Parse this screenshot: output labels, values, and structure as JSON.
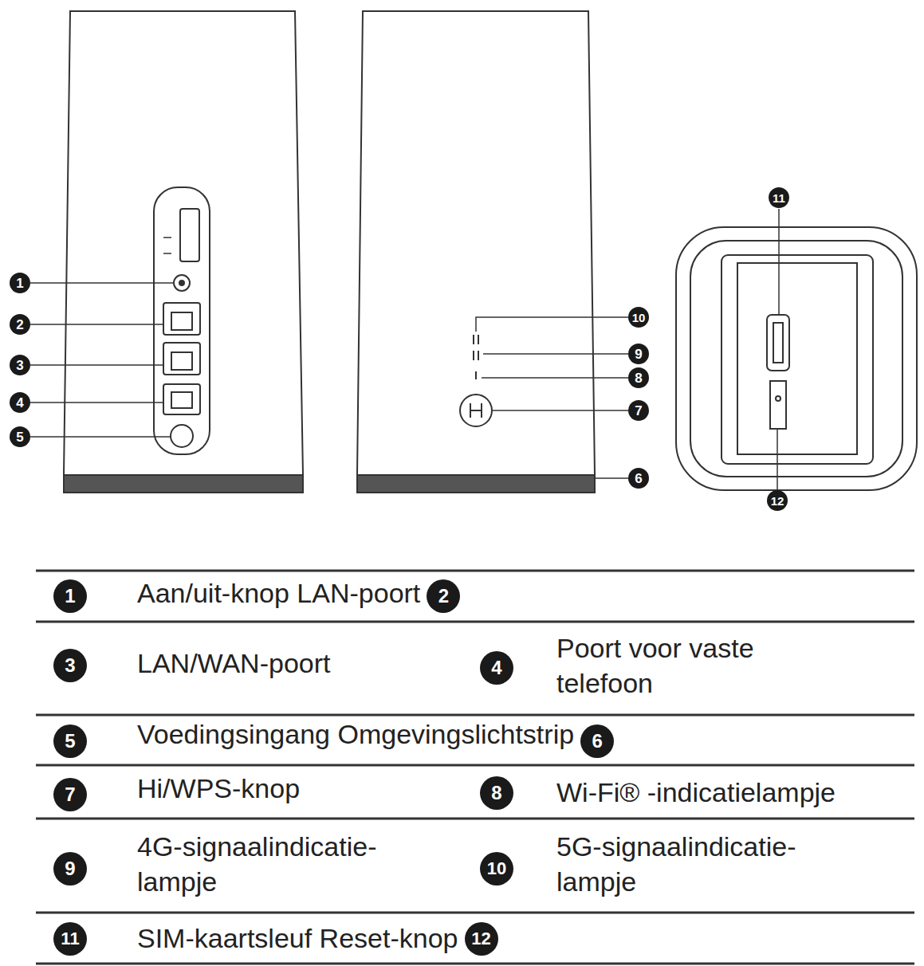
{
  "diagram": {
    "nodes": [
      {
        "text": [
          "1"
        ]
      },
      {
        "text": [
          "2"
        ]
      },
      {
        "text": [
          "3"
        ]
      },
      {
        "text": [
          "4"
        ]
      },
      {
        "text": [
          "5"
        ]
      },
      {
        "text": [
          "6"
        ]
      },
      {
        "text": [
          "7"
        ]
      },
      {
        "text": [
          "8"
        ]
      },
      {
        "text": [
          "9"
        ]
      },
      {
        "text": [
          "10"
        ]
      },
      {
        "text": [
          "11"
        ]
      },
      {
        "text": [
          "12"
        ]
      },
      {
        "text": [
          "1"
        ]
      },
      {
        "text": [
          "2"
        ]
      },
      {
        "text": [
          "3"
        ]
      },
      {
        "text": [
          "4"
        ]
      },
      {
        "text": [
          "5"
        ]
      },
      {
        "text": [
          "6"
        ]
      },
      {
        "text": [
          "7"
        ]
      },
      {
        "text": [
          "8"
        ]
      },
      {
        "text": [
          "9"
        ]
      },
      {
        "text": [
          "10"
        ]
      },
      {
        "text": [
          "11"
        ]
      },
      {
        "text": [
          "12"
        ]
      }
    ],
    "labels": [
      "Aan/uit-knop LAN-poort",
      "LAN/WAN-poort",
      "Poort voor vaste telefoon",
      "Voedingsingang Omgevingslichtstrip",
      "Hi/WPS-knop",
      "Wi-Fi® -indicatielampje",
      "4G-signaalindicatie- lampje",
      "5G-signaalindicatie- lampje",
      "SIM-kaartsleuf Reset-knop"
    ]
  }
}
